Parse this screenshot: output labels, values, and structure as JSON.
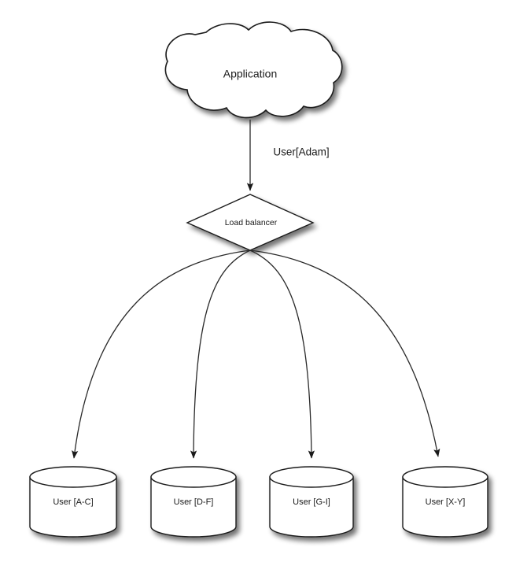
{
  "diagram": {
    "title_node": {
      "id": "application-cloud",
      "label": "Application",
      "shape": "cloud"
    },
    "router_node": {
      "id": "load-balancer",
      "label": "Load balancer",
      "shape": "diamond"
    },
    "edges": [
      {
        "id": "edge-app-to-lb",
        "label": "User[Adam]",
        "from": "application-cloud",
        "to": "load-balancer"
      },
      {
        "id": "edge-lb-to-db-1",
        "label": "",
        "from": "load-balancer",
        "to": "db-a-c"
      },
      {
        "id": "edge-lb-to-db-2",
        "label": "",
        "from": "load-balancer",
        "to": "db-d-f"
      },
      {
        "id": "edge-lb-to-db-3",
        "label": "",
        "from": "load-balancer",
        "to": "db-g-i"
      },
      {
        "id": "edge-lb-to-db-4",
        "label": "",
        "from": "load-balancer",
        "to": "db-x-y"
      }
    ],
    "databases": [
      {
        "id": "db-a-c",
        "label": "User [A-C]",
        "shape": "cylinder"
      },
      {
        "id": "db-d-f",
        "label": "User [D-F]",
        "shape": "cylinder"
      },
      {
        "id": "db-g-i",
        "label": "User [G-I]",
        "shape": "cylinder"
      },
      {
        "id": "db-x-y",
        "label": "User [X-Y]",
        "shape": "cylinder"
      }
    ],
    "colors": {
      "background": "#ffffff",
      "shape_fill": "#ffffff",
      "stroke": "#1a1a1a",
      "text": "#1a1a1a",
      "shadow": "rgba(0,0,0,0.45)"
    }
  }
}
